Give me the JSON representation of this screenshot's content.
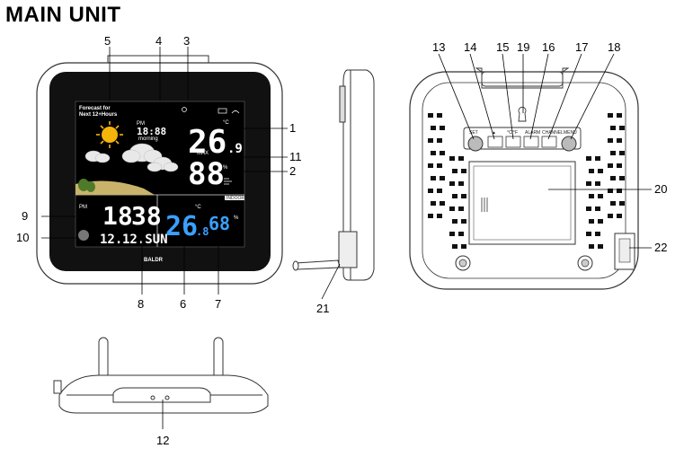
{
  "title": "MAIN UNIT",
  "callouts": {
    "c1": "1",
    "c2": "2",
    "c3": "3",
    "c4": "4",
    "c5": "5",
    "c6": "6",
    "c7": "7",
    "c8": "8",
    "c9": "9",
    "c10": "10",
    "c11": "11",
    "c12": "12",
    "c13": "13",
    "c14": "14",
    "c15": "15",
    "c16": "16",
    "c17": "17",
    "c18": "18",
    "c19": "19",
    "c20": "20",
    "c21": "21",
    "c22": "22"
  },
  "front_display": {
    "forecast_line1": "Forecast for",
    "forecast_line2": "Next 12+Hours",
    "time_small": "18:88",
    "morning": "morning",
    "outdoor_temp": "26",
    "outdoor_temp_dec": ".9",
    "temp_unit": "°C",
    "max_label": "MAX",
    "outdoor_humidity": "88",
    "humidity_unit": "%",
    "indoor_label": "INDOOR",
    "clock_pm": "PM",
    "clock_hour": "18",
    "clock_min": "38",
    "clock_date": "12.",
    "clock_day": "12.SUN",
    "indoor_temp": "26",
    "indoor_temp_dec": ".8",
    "indoor_humidity": "68",
    "brand": "BALDR"
  },
  "back_labels": {
    "set": "SET",
    "up": "▲",
    "cf": "°C/°F",
    "alarm": "ALARM",
    "channel": "CHANNEL",
    "menu": "MENU"
  },
  "colors": {
    "screen_bg": "#000000",
    "indoor_blue": "#3aa0ff",
    "sun": "#f5b40a",
    "grass": "#4f7a2a"
  }
}
